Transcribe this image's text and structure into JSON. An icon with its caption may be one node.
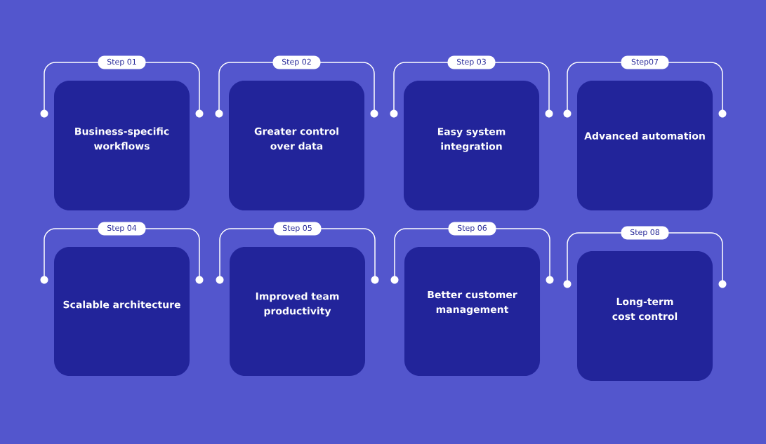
{
  "diagram": {
    "nodes": [
      {
        "text": [
          "Step 01",
          "Business-specific workflows"
        ]
      },
      {
        "text": [
          "Step 02",
          "Greater control over data"
        ]
      },
      {
        "text": [
          "Step 03",
          "Easy system integration"
        ]
      },
      {
        "text": [
          "Step07",
          "Advanced automation"
        ]
      },
      {
        "text": [
          "Step 04",
          "Scalable architecture"
        ]
      },
      {
        "text": [
          "Step 05",
          "Improved team productivity"
        ]
      },
      {
        "text": [
          "Step 06",
          "Better customer management"
        ]
      },
      {
        "text": [
          "Step 08",
          "Long-term cost control"
        ]
      }
    ]
  }
}
